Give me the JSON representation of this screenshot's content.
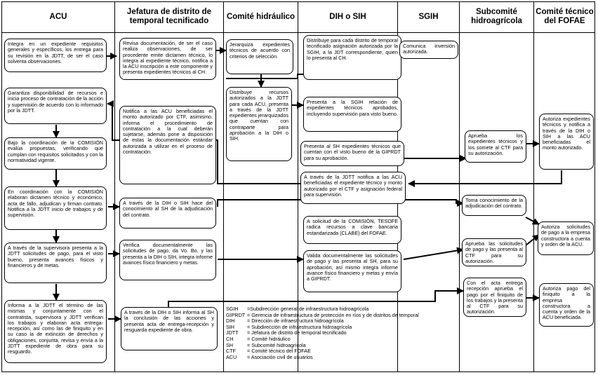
{
  "columns": [
    {
      "id": "acu",
      "title": "ACU"
    },
    {
      "id": "jdt",
      "title": "Jefatura de distrito de temporal tecnificado"
    },
    {
      "id": "ch",
      "title": "Comité hidráulico"
    },
    {
      "id": "dih",
      "title": "DIH o SIH"
    },
    {
      "id": "sgih",
      "title": "SGIH"
    },
    {
      "id": "sh",
      "title": "Subcomité hidroagrícola"
    },
    {
      "id": "ctf",
      "title": "Comité técnico del FOFAE"
    }
  ],
  "steps": {
    "acu1": "Integra en un expediente requisitos generales y específicos, los entrega para su revisión en la JDTT, de ser el caso solventa observaciones.",
    "acu2": "Garantiza disponibilidad de recursos e inicia proceso de contratación de la acción y supervisión de acuerdo con lo informado por la JDTT.",
    "acu3": "Bajo la coordinación de la COMISIÓN evalúa propuestas, verificando que cumplan con requisitos solicitados y con la normatividad vigente.",
    "acu4": "En coordinación con la COMISIÓN elaboran dictamen técnico y económico, acta de fallo, adjudican y firman contrato. Notifica a la JDTT inicio de trabajos y de supervisión.",
    "acu5": "A través de la supervisora presenta a la JDTT solicitudes de pago, para el visto bueno, presenta avances físicos y financieros y de metas.",
    "acu6": "Informa a la JDTT el término de las mismas y conjuntamente con el contratista, supervisora y JDTT verifican los trabajos y elaboran acta entrega-recepción, así como las de finiquito y en su caso la de extinción de derechos y obligaciones, conjunta, revisa y envía a la JDTT expediente de obra para su resguardo.",
    "jdt1": "Revisa documentación, de ser el caso realiza observaciones, de ser procedente emite dictamen técnico, lo integra al expediente técnico, notifica a la ACU inscripción a este componente y presenta expedientes técnicos al CH.",
    "jdt2": "Notifica a las ACU beneficiadas el monto autorizado por CTF, asimismo, informa el procedimiento de contratación a la cual deberán sujetarse, además pone a disposición de estas la documentación estándar autorizada a utilizar en el proceso de contratación.",
    "jdt3": "A través de la DIH o SIH hace del conocimiento al SH de la adjudicación del contrato.",
    "jdt4": "Verifica documentalmente las solicitudes de pago, da Vo. Bo. y las presenta a la DIH o SIH, integra informe avances físico financiero y metas.",
    "jdt5": "A través de la DIH o SIH informa al SH la conclusión de las acciones y presenta acta de entrega-recepción y resguarda expediente de obra.",
    "ch1": "Jerarquiza expedientes técnicos de acuerdo con criterios de selección.",
    "ch2": "Distribuye recursos autorizados a la JDTT para cada ACU, presenta a través de la JDTT expedientes jerarquizados que cuentan con contraparte para aprobación a la DIH o SIH.",
    "dih1": "Distribuye para cada distrito de temporal tecnificado asignación autorizada por la SGIH, a la JDT correspondiente, quien lo presenta al CH.",
    "dih2": "Presenta a la SGIH relación de expedientes técnicos aprobados, incluyendo supervisión para visto bueno.",
    "dih3": "Presenta al SH expedientes técnicos que cuentan con el visto bueno de la GIPRDT para su aprobación.",
    "dih4": "A través de la JDTT notifica a las ACU beneficiadas el expediente técnico y monto autorizado por el CTF y asignación federal para supervisión.",
    "dih5": "A solicitud de la COMISIÓN, TESOFE radica recursos a clave bancaria estandarizada (CLABE) del FOFAE.",
    "dih6": "Valida documentalmente las solicitudes de pago y las presenta al SH, para su aprobación, así mismo integra informe avance físico financiero y metas y envía a GIPRDT.",
    "sgih1": "Comunica inversión autorizada.",
    "sh1": "Aprueba los expedientes técnicos y los somete al CTF para su autorización.",
    "sh2": "Toma conocimiento de la adjudicación del contrato.",
    "sh3": "Aprueba las solicitudes de pago y las presenta al CTF para su autorización.",
    "sh4": "Con el acta entrega recepción aprueba el pago por el finiquito de los trabajos y la presenta al CTF para su autorización.",
    "ctf1": "Autoriza expedientes técnicos y notifica a través de la DIH o SIH a las ACU beneficiadas el monto autorizado.",
    "ctf2": "Autoriza solicitudes de pago a la empresa constructora a cuenta y orden de la ACU.",
    "ctf3": "Autoriza pago del finiquito a la empresa constructora a cuenta y orden de la ACU beneficiada."
  },
  "legend": [
    {
      "abbr": "SGIH",
      "def": "=Subdirección general de infraestructura hidroagrícola"
    },
    {
      "abbr": "GIPRDT",
      "def": "= Gerencia de infraestructura de protección en ríos y de distritos de temporal"
    },
    {
      "abbr": "DIH",
      "def": "= Dirección de infraestructura hidroagrícola"
    },
    {
      "abbr": "SIH",
      "def": "= Subdirección de infraestructura hidroagrícola"
    },
    {
      "abbr": "JDTT",
      "def": "= Jefatura de distrito de temporal tecnificado"
    },
    {
      "abbr": "CH",
      "def": "= Comité hidráulico"
    },
    {
      "abbr": "SH",
      "def": "= Subcomité hidroagrícola"
    },
    {
      "abbr": "CTF",
      "def": "= Comité técnico del FOFAE"
    },
    {
      "abbr": "ACU",
      "def": "= Asociación civil de usuarios"
    }
  ]
}
